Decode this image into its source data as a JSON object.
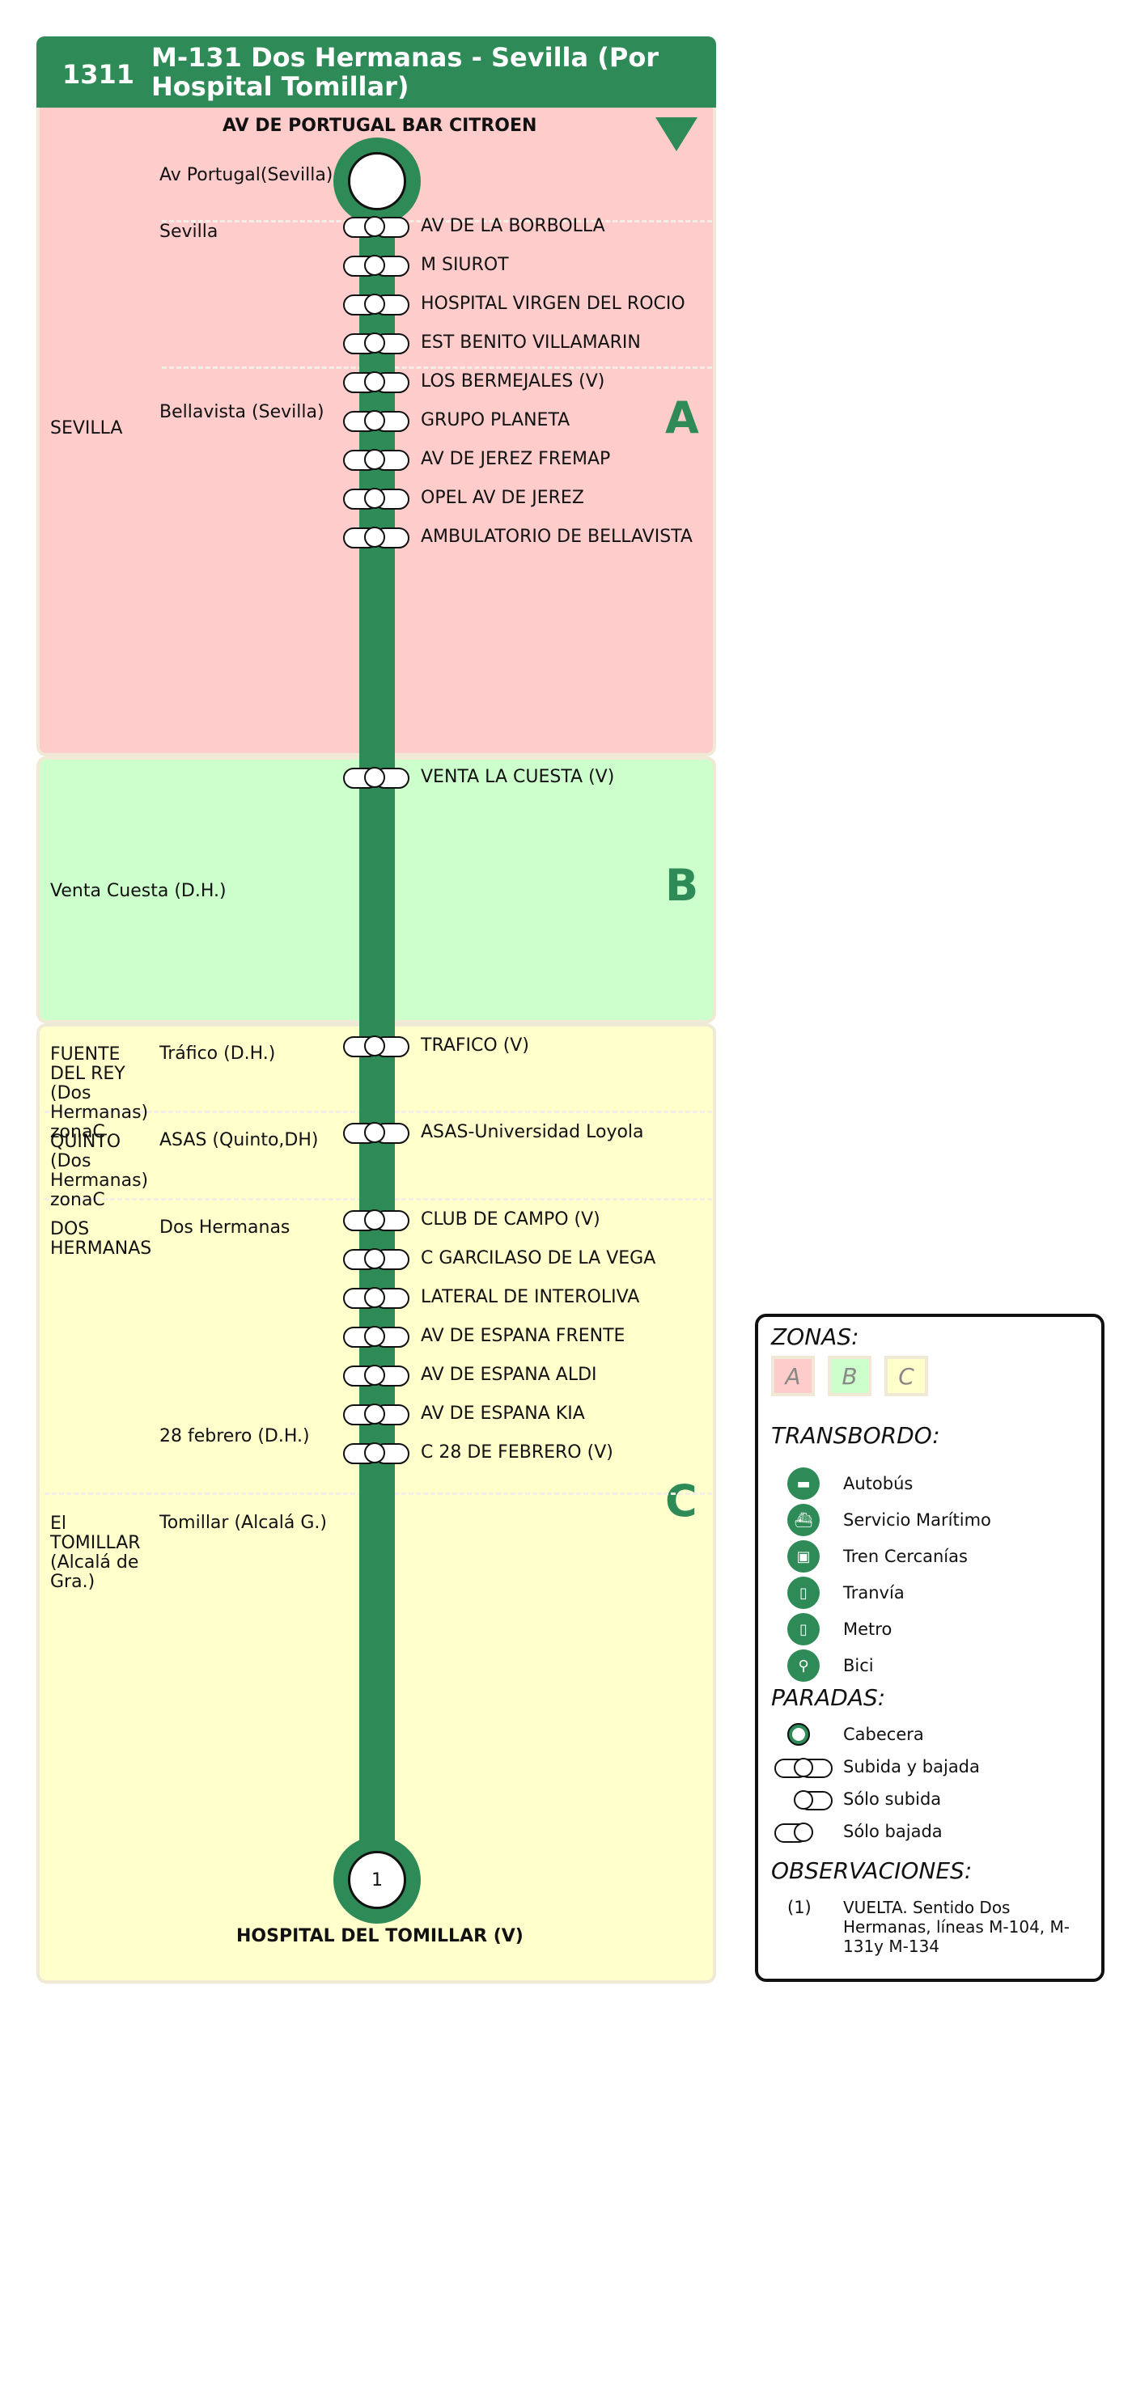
{
  "header": {
    "code": "1311",
    "title": "M-131 Dos Hermanas - Sevilla (Por Hospital Tomillar)"
  },
  "origin": {
    "label": "AV DE PORTUGAL BAR CITROEN",
    "area": "Av Portugal(Sevilla)"
  },
  "destination": {
    "label": "HOSPITAL DEL TOMILLAR (V)",
    "note": "1"
  },
  "zones": [
    {
      "letter": "A",
      "color": "#ffcccc"
    },
    {
      "letter": "B",
      "color": "#ccffcc"
    },
    {
      "letter": "C",
      "color": "#ffffcc"
    }
  ],
  "municipalities": {
    "sevilla": "SEVILLA",
    "venta_cuesta": "Venta Cuesta (D.H.)",
    "fuente_del_rey": "FUENTE DEL REY (Dos Hermanas) zonaC",
    "quinto": "QUINTO (Dos Hermanas) zonaC",
    "dos_hermanas": "DOS HERMANAS",
    "el_tomillar": "El TOMILLAR (Alcalá de Gra.)"
  },
  "areas": {
    "sevilla": "Sevilla",
    "bellavista": "Bellavista (Sevilla)",
    "trafico": "Tráfico (D.H.)",
    "asas": "ASAS (Quinto,DH)",
    "dos_hermanas": "Dos Hermanas",
    "febrero": "28 febrero (D.H.)",
    "tomillar": "Tomillar (Alcalá G.)"
  },
  "stops": [
    "AV DE LA BORBOLLA",
    "M SIUROT",
    "HOSPITAL VIRGEN DEL ROCIO",
    "EST BENITO VILLAMARIN",
    "LOS BERMEJALES (V)",
    "GRUPO PLANETA",
    "AV DE JEREZ FREMAP",
    "OPEL AV DE JEREZ",
    "AMBULATORIO DE BELLAVISTA",
    "VENTA LA CUESTA (V)",
    "TRAFICO (V)",
    "ASAS-Universidad Loyola",
    "CLUB DE CAMPO (V)",
    "C GARCILASO DE LA VEGA",
    "LATERAL DE INTEROLIVA",
    "AV DE ESPANA FRENTE",
    "AV DE ESPANA ALDI",
    "AV DE ESPANA KIA",
    "C 28 DE FEBRERO (V)"
  ],
  "legend": {
    "zonas_title": "ZONAS:",
    "zone_letters": [
      "A",
      "B",
      "C"
    ],
    "transbordo_title": "TRANSBORDO:",
    "transbordo": [
      {
        "label": "Autobús",
        "icon": "bus-icon"
      },
      {
        "label": "Servicio Marítimo",
        "icon": "ship-icon"
      },
      {
        "label": "Tren Cercanías",
        "icon": "train-icon"
      },
      {
        "label": "Tranvía",
        "icon": "tram-icon"
      },
      {
        "label": "Metro",
        "icon": "metro-icon"
      },
      {
        "label": "Bici",
        "icon": "bike-icon"
      }
    ],
    "paradas_title": "PARADAS:",
    "paradas": [
      "Cabecera",
      "Subida y bajada",
      "Sólo subida",
      "Sólo bajada"
    ],
    "observaciones_title": "OBSERVACIONES:",
    "obs_number": "(1)",
    "obs_text": "VUELTA. Sentido Dos Hermanas, líneas M-104, M-131y M-134"
  },
  "colors": {
    "line": "#2e8b57",
    "zone_a": "#ffcccc",
    "zone_b": "#ccffcc",
    "zone_c": "#ffffcc"
  }
}
